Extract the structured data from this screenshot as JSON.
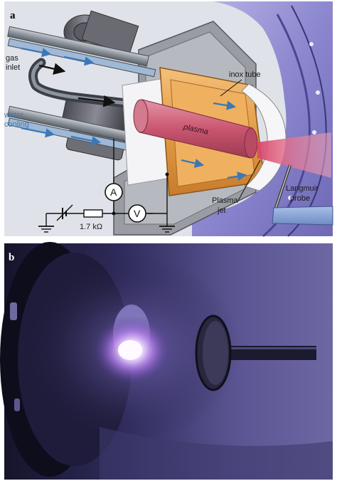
{
  "panel_a": {
    "letter": "a",
    "labels": {
      "gas_inlet_line1": "gas",
      "gas_inlet_line2": "inlet",
      "water_cooling_line1": "water",
      "water_cooling_line2": "cooling",
      "inox_tube": "inox tube",
      "plasma": "plasma",
      "plasma_jet_line1": "Plasma",
      "plasma_jet_line2": "jet",
      "langmuir_line1": "Langmuir",
      "langmuir_line2": "probe",
      "resistor": "1.7 kΩ",
      "ammeter": "A",
      "voltmeter": "V"
    }
  },
  "panel_b": {
    "letter": "b"
  },
  "colors": {
    "chamber": "#8b86cf",
    "electrode": "#e8a04a",
    "plasma": "#c0506a",
    "water_arrows": "#3a78b8",
    "gas_arrows": "#111111",
    "photo_bg": "#1a1833",
    "glow": "#f3ecff"
  }
}
